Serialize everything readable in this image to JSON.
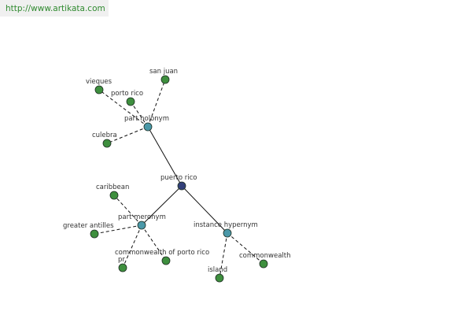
{
  "header": {
    "url": "http://www.artikata.com"
  },
  "colors": {
    "root_node": "#33407a",
    "relation_node": "#4a98a8",
    "leaf_node": "#3e8f3e",
    "node_stroke": "#1e2e22",
    "edge": "#111111"
  },
  "graph": {
    "nodes": [
      {
        "id": "puerto-rico",
        "label": "puerto rico",
        "kind": "root"
      },
      {
        "id": "part-holonym",
        "label": "part holonym",
        "kind": "relation"
      },
      {
        "id": "part-meronym",
        "label": "part meronym",
        "kind": "relation"
      },
      {
        "id": "instance-hypernym",
        "label": "instance hypernym",
        "kind": "relation"
      },
      {
        "id": "san-juan",
        "label": "san juan",
        "kind": "leaf"
      },
      {
        "id": "vieques",
        "label": "vieques",
        "kind": "leaf"
      },
      {
        "id": "porto-rico",
        "label": "porto rico",
        "kind": "leaf"
      },
      {
        "id": "culebra",
        "label": "culebra",
        "kind": "leaf"
      },
      {
        "id": "caribbean",
        "label": "caribbean",
        "kind": "leaf"
      },
      {
        "id": "greater-antilles",
        "label": "greater antilles",
        "kind": "leaf"
      },
      {
        "id": "pr",
        "label": "pr",
        "kind": "leaf"
      },
      {
        "id": "commonwealth-of-porto-rico",
        "label": "commonwealth of porto rico",
        "kind": "leaf"
      },
      {
        "id": "island",
        "label": "island",
        "kind": "leaf"
      },
      {
        "id": "commonwealth",
        "label": "commonwealth",
        "kind": "leaf"
      }
    ],
    "edges": [
      {
        "from": "puerto-rico",
        "to": "part-holonym",
        "style": "solid"
      },
      {
        "from": "puerto-rico",
        "to": "part-meronym",
        "style": "solid"
      },
      {
        "from": "puerto-rico",
        "to": "instance-hypernym",
        "style": "solid"
      },
      {
        "from": "part-holonym",
        "to": "san-juan",
        "style": "dashed"
      },
      {
        "from": "part-holonym",
        "to": "vieques",
        "style": "dashed"
      },
      {
        "from": "part-holonym",
        "to": "porto-rico",
        "style": "dashed"
      },
      {
        "from": "part-holonym",
        "to": "culebra",
        "style": "dashed"
      },
      {
        "from": "part-meronym",
        "to": "caribbean",
        "style": "dashed"
      },
      {
        "from": "part-meronym",
        "to": "greater-antilles",
        "style": "dashed"
      },
      {
        "from": "part-meronym",
        "to": "pr",
        "style": "dashed"
      },
      {
        "from": "part-meronym",
        "to": "commonwealth-of-porto-rico",
        "style": "dashed"
      },
      {
        "from": "instance-hypernym",
        "to": "island",
        "style": "dashed"
      },
      {
        "from": "instance-hypernym",
        "to": "commonwealth",
        "style": "dashed"
      }
    ]
  }
}
